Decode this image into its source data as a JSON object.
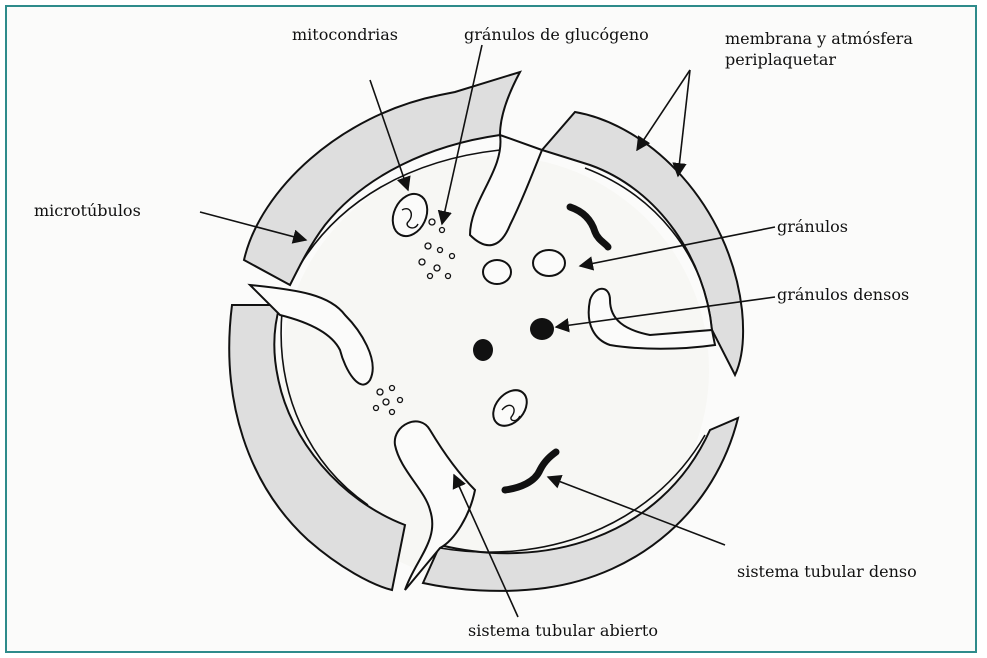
{
  "diagram": {
    "labels": {
      "mitocondrias": "mitocondrias",
      "granulos_glucogeno": "gránulos de glucógeno",
      "membrana_line1": "membrana y atmósfera",
      "membrana_line2": "periplaquetar",
      "microtubulos": "microtúbulos",
      "granulos": "gránulos",
      "granulos_densos": "gránulos densos",
      "sistema_tubular_denso": "sistema tubular denso",
      "sistema_tubular_abierto": "sistema tubular abierto"
    },
    "colors": {
      "frame": "#2e8b8b",
      "ink": "#111111",
      "shell": "#d9d9d9",
      "cytoplasm": "#fbfbfa"
    }
  }
}
